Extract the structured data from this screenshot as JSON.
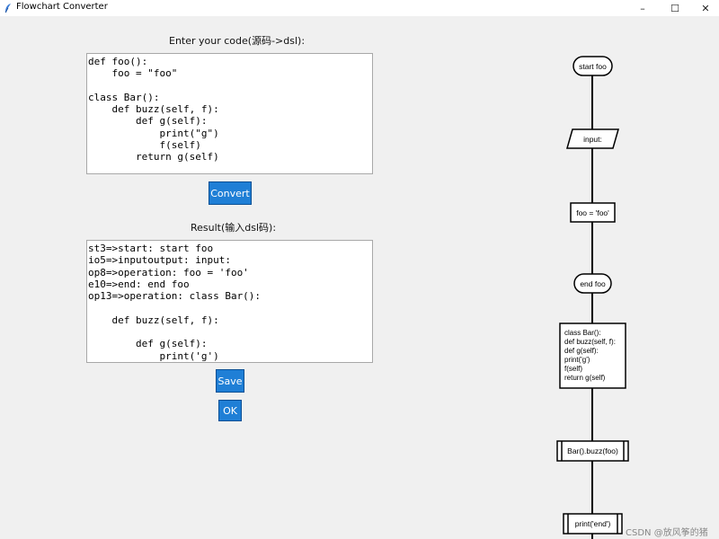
{
  "window": {
    "title": "Flowchart Converter",
    "controls": {
      "minimize": "–",
      "maximize": "☐",
      "close": "✕"
    }
  },
  "input_section": {
    "label": "Enter your code(源码->dsl):",
    "code_lines": [
      "def foo():",
      "    foo = \"foo\"",
      "",
      "class Bar():",
      "    def buzz(self, f):",
      "        def g(self):",
      "            print(\"g\")",
      "            f(self)",
      "        return g(self)"
    ]
  },
  "convert_button": {
    "label": "Convert"
  },
  "result_section": {
    "label": "Result(输入dsl码):",
    "code_lines": [
      "st3=>start: start foo",
      "io5=>inputoutput: input:",
      "op8=>operation: foo = 'foo'",
      "e10=>end: end foo",
      "op13=>operation: class Bar():",
      "",
      "    def buzz(self, f):",
      "",
      "        def g(self):",
      "            print('g')"
    ]
  },
  "save_button": {
    "label": "Save"
  },
  "ok_button": {
    "label": "OK"
  },
  "flowchart": {
    "start_node": "start foo",
    "input_node": "input:",
    "operation_node": "foo = 'foo'",
    "end_node": "end foo",
    "class_node_lines": [
      "class Bar():",
      " def buzz(self, f):",
      " def g(self):",
      " print('g')",
      " f(self)",
      " return g(self)"
    ],
    "subroutine_node_1": "Bar().buzz(foo)",
    "subroutine_node_2": "print('end')"
  },
  "watermark": "CSDN @放风筝的猪"
}
